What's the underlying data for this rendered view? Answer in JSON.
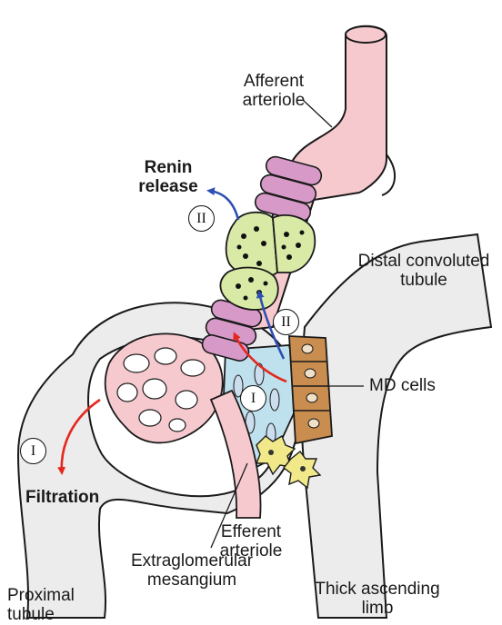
{
  "labels": {
    "afferent_arteriole": "Afferent\narteriole",
    "renin_release": "Renin\nrelease",
    "distal_convoluted_tubule": "Distal convoluted\ntubule",
    "md_cells": "MD cells",
    "filtration": "Filtration",
    "efferent_arteriole": "Efferent\narteriole",
    "proximal_tubule": "Proximal\ntubule",
    "extraglomerular_mesangium": "Extraglomerular\nmesangium",
    "thick_ascending_limb": "Thick ascending\nlimb"
  },
  "markers": {
    "one": "I",
    "two": "II"
  },
  "colors": {
    "arteriole_pink": "#f6c9cf",
    "smooth_muscle_purple": "#d79ac8",
    "granular_green": "#d9e9a6",
    "mesangium_blue": "#bfe1ee",
    "md_brown": "#c98d4f",
    "tubule_gray": "#ececec",
    "stimulation_red": "#e4281f",
    "stimulation_blue": "#2e4fb3",
    "extraglomerular_yellow": "#f1e989"
  }
}
